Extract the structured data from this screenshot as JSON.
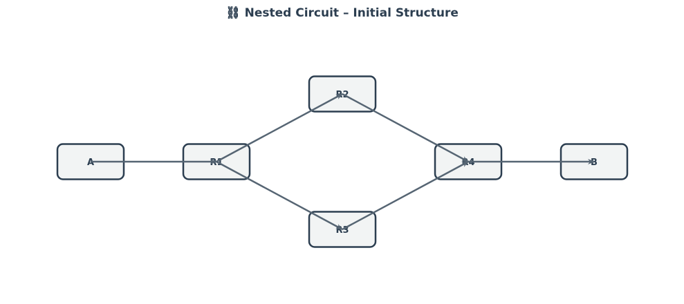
{
  "title": "⛓ Nested Circuit – Initial Structure",
  "nodes": [
    {
      "id": "A",
      "label": "A"
    },
    {
      "id": "R1",
      "label": "R1"
    },
    {
      "id": "R2",
      "label": "R2"
    },
    {
      "id": "R3",
      "label": "R3"
    },
    {
      "id": "R4",
      "label": "R4"
    },
    {
      "id": "B",
      "label": "B"
    }
  ],
  "edges": [
    {
      "from": "A",
      "to": "R1"
    },
    {
      "from": "R1",
      "to": "R2"
    },
    {
      "from": "R1",
      "to": "R3"
    },
    {
      "from": "R2",
      "to": "R4"
    },
    {
      "from": "R3",
      "to": "R4"
    },
    {
      "from": "R4",
      "to": "B"
    }
  ],
  "colors": {
    "title": "#2c3e50",
    "node_fill": "#f2f4f4",
    "node_stroke": "#2c3e50",
    "node_text": "#2c3e50",
    "edge": "#566573"
  }
}
